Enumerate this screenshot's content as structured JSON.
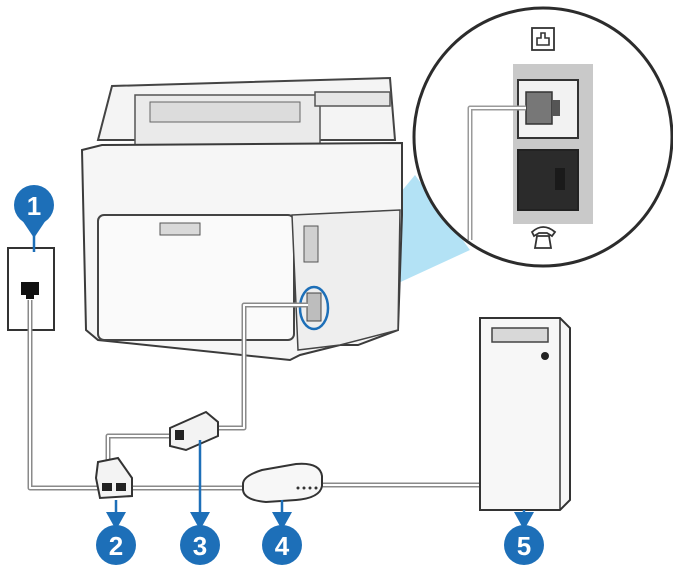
{
  "diagram": {
    "callouts": [
      {
        "id": "wall-jack",
        "label": "1"
      },
      {
        "id": "splitter",
        "label": "2"
      },
      {
        "id": "dsl-filter",
        "label": "3"
      },
      {
        "id": "modem",
        "label": "4"
      },
      {
        "id": "computer",
        "label": "5"
      }
    ],
    "port_icons": [
      "fax-port-icon",
      "telephone-port-icon"
    ],
    "colors": {
      "callout_blue": "#1d6fb8",
      "zoom_blue": "#a6ddf3",
      "line_color": "#8a8a8a",
      "outline": "#333333",
      "port_dark": "#2b2b2b",
      "port_panel": "#c9c9c9"
    }
  }
}
